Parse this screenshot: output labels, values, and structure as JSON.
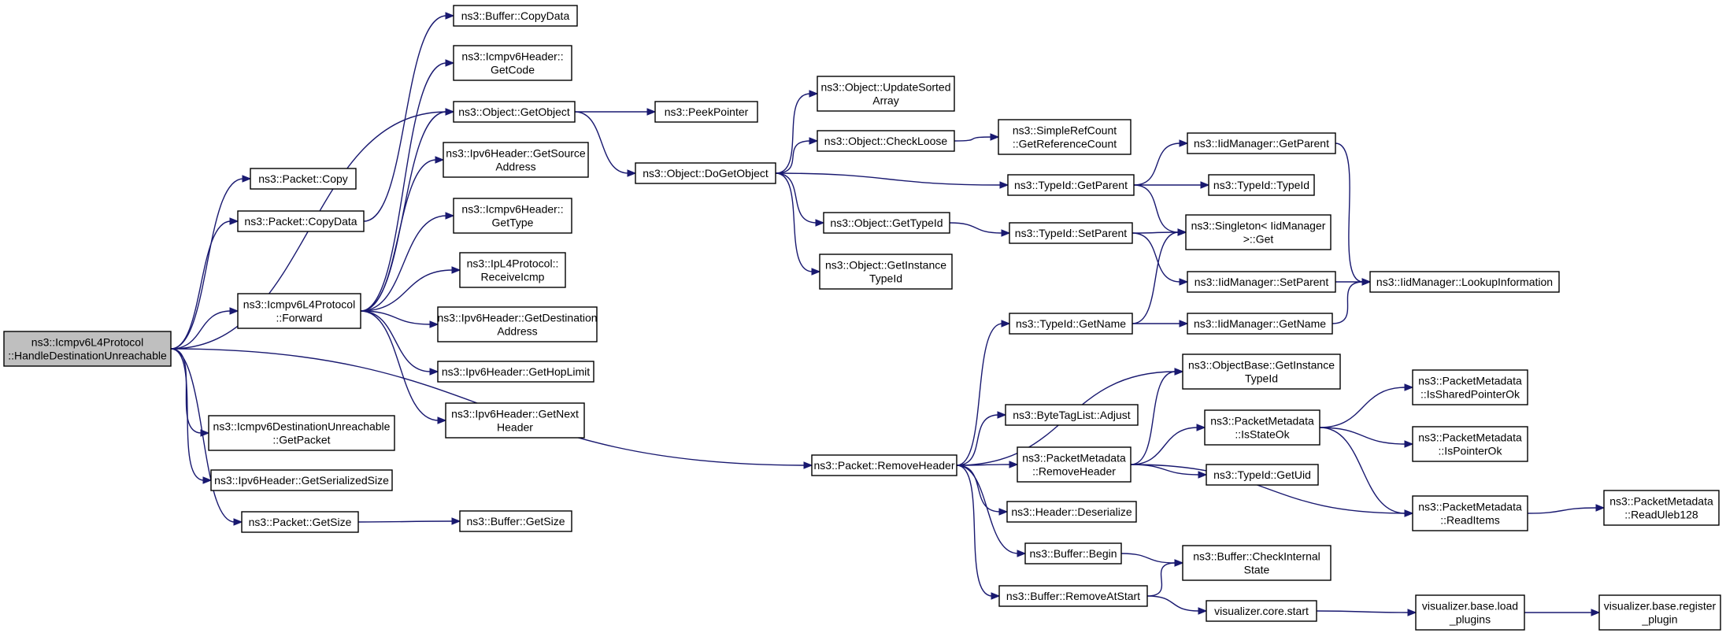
{
  "nodes": [
    {
      "id": "root",
      "lines": [
        "ns3::Icmpv6L4Protocol",
        "::HandleDestinationUnreachable"
      ],
      "root": true
    },
    {
      "id": "packet_copy",
      "lines": [
        "ns3::Packet::Copy"
      ]
    },
    {
      "id": "packet_copydata",
      "lines": [
        "ns3::Packet::CopyData"
      ]
    },
    {
      "id": "forward",
      "lines": [
        "ns3::Icmpv6L4Protocol",
        "::Forward"
      ]
    },
    {
      "id": "dest_getpacket",
      "lines": [
        "ns3::Icmpv6DestinationUnreachable",
        "::GetPacket"
      ]
    },
    {
      "id": "ipv6_getserialized",
      "lines": [
        "ns3::Ipv6Header::GetSerializedSize"
      ]
    },
    {
      "id": "packet_getsize",
      "lines": [
        "ns3::Packet::GetSize"
      ]
    },
    {
      "id": "buffer_copydata",
      "lines": [
        "ns3::Buffer::CopyData"
      ]
    },
    {
      "id": "icmp_getcode",
      "lines": [
        "ns3::Icmpv6Header::",
        "GetCode"
      ]
    },
    {
      "id": "object_getobject",
      "lines": [
        "ns3::Object::GetObject"
      ]
    },
    {
      "id": "ipv6_getsource",
      "lines": [
        "ns3::Ipv6Header::GetSource",
        "Address"
      ]
    },
    {
      "id": "icmp_gettype",
      "lines": [
        "ns3::Icmpv6Header::",
        "GetType"
      ]
    },
    {
      "id": "ipl4_receiveicmp",
      "lines": [
        "ns3::IpL4Protocol::",
        "ReceiveIcmp"
      ]
    },
    {
      "id": "ipv6_getdest",
      "lines": [
        "ns3::Ipv6Header::GetDestination",
        "Address"
      ]
    },
    {
      "id": "ipv6_gethoplimit",
      "lines": [
        "ns3::Ipv6Header::GetHopLimit"
      ]
    },
    {
      "id": "ipv6_getnext",
      "lines": [
        "ns3::Ipv6Header::GetNext",
        "Header"
      ]
    },
    {
      "id": "buffer_getsize",
      "lines": [
        "ns3::Buffer::GetSize"
      ]
    },
    {
      "id": "peekpointer",
      "lines": [
        "ns3::PeekPointer"
      ]
    },
    {
      "id": "object_dogetobject",
      "lines": [
        "ns3::Object::DoGetObject"
      ]
    },
    {
      "id": "object_updatesorted",
      "lines": [
        "ns3::Object::UpdateSorted",
        "Array"
      ]
    },
    {
      "id": "object_checkloose",
      "lines": [
        "ns3::Object::CheckLoose"
      ]
    },
    {
      "id": "object_gettypeid",
      "lines": [
        "ns3::Object::GetTypeId"
      ]
    },
    {
      "id": "object_getinstance",
      "lines": [
        "ns3::Object::GetInstance",
        "TypeId"
      ]
    },
    {
      "id": "simplerefcount",
      "lines": [
        "ns3::SimpleRefCount",
        "::GetReferenceCount"
      ]
    },
    {
      "id": "typeid_getparent",
      "lines": [
        "ns3::TypeId::GetParent"
      ]
    },
    {
      "id": "typeid_setparent",
      "lines": [
        "ns3::TypeId::SetParent"
      ]
    },
    {
      "id": "iid_getparent",
      "lines": [
        "ns3::IidManager::GetParent"
      ]
    },
    {
      "id": "typeid_typeid",
      "lines": [
        "ns3::TypeId::TypeId"
      ]
    },
    {
      "id": "singleton_get",
      "lines": [
        "ns3::Singleton< IidManager",
        " >::Get"
      ]
    },
    {
      "id": "iid_setparent",
      "lines": [
        "ns3::IidManager::SetParent"
      ]
    },
    {
      "id": "iid_lookup",
      "lines": [
        "ns3::IidManager::LookupInformation"
      ]
    },
    {
      "id": "typeid_getname",
      "lines": [
        "ns3::TypeId::GetName"
      ]
    },
    {
      "id": "iid_getname",
      "lines": [
        "ns3::IidManager::GetName"
      ]
    },
    {
      "id": "objectbase_getinstance",
      "lines": [
        "ns3::ObjectBase::GetInstance",
        "TypeId"
      ]
    },
    {
      "id": "packet_removeheader",
      "lines": [
        "ns3::Packet::RemoveHeader"
      ]
    },
    {
      "id": "bytetaglist_adjust",
      "lines": [
        "ns3::ByteTagList::Adjust"
      ]
    },
    {
      "id": "pm_removeheader",
      "lines": [
        "ns3::PacketMetadata",
        "::RemoveHeader"
      ]
    },
    {
      "id": "header_deserialize",
      "lines": [
        "ns3::Header::Deserialize"
      ]
    },
    {
      "id": "buffer_begin",
      "lines": [
        "ns3::Buffer::Begin"
      ]
    },
    {
      "id": "buffer_removeatstart",
      "lines": [
        "ns3::Buffer::RemoveAtStart"
      ]
    },
    {
      "id": "pm_isstateok",
      "lines": [
        "ns3::PacketMetadata",
        "::IsStateOk"
      ]
    },
    {
      "id": "typeid_getuid",
      "lines": [
        "ns3::TypeId::GetUid"
      ]
    },
    {
      "id": "buffer_checkinternal",
      "lines": [
        "ns3::Buffer::CheckInternal",
        "State"
      ]
    },
    {
      "id": "viz_core_start",
      "lines": [
        "visualizer.core.start"
      ]
    },
    {
      "id": "pm_issharedpointerok",
      "lines": [
        "ns3::PacketMetadata",
        "::IsSharedPointerOk"
      ]
    },
    {
      "id": "pm_ispointerok",
      "lines": [
        "ns3::PacketMetadata",
        "::IsPointerOk"
      ]
    },
    {
      "id": "pm_readitems",
      "lines": [
        "ns3::PacketMetadata",
        "::ReadItems"
      ]
    },
    {
      "id": "pm_readuleb128",
      "lines": [
        "ns3::PacketMetadata",
        "::ReadUleb128"
      ]
    },
    {
      "id": "viz_load_plugins",
      "lines": [
        "visualizer.base.load",
        "_plugins"
      ]
    },
    {
      "id": "viz_register_plugin",
      "lines": [
        "visualizer.base.register",
        "_plugin"
      ]
    }
  ],
  "edges": [
    [
      "root",
      "packet_copy"
    ],
    [
      "root",
      "packet_copydata"
    ],
    [
      "root",
      "object_getobject"
    ],
    [
      "root",
      "forward"
    ],
    [
      "root",
      "packet_removeheader"
    ],
    [
      "root",
      "dest_getpacket"
    ],
    [
      "root",
      "ipv6_getserialized"
    ],
    [
      "root",
      "packet_getsize"
    ],
    [
      "packet_copydata",
      "buffer_copydata"
    ],
    [
      "forward",
      "icmp_getcode"
    ],
    [
      "forward",
      "object_getobject"
    ],
    [
      "forward",
      "ipv6_getsource"
    ],
    [
      "forward",
      "icmp_gettype"
    ],
    [
      "forward",
      "ipl4_receiveicmp"
    ],
    [
      "forward",
      "ipv6_getdest"
    ],
    [
      "forward",
      "ipv6_gethoplimit"
    ],
    [
      "forward",
      "ipv6_getnext"
    ],
    [
      "packet_getsize",
      "buffer_getsize"
    ],
    [
      "object_getobject",
      "peekpointer"
    ],
    [
      "object_getobject",
      "object_dogetobject"
    ],
    [
      "object_dogetobject",
      "object_updatesorted"
    ],
    [
      "object_dogetobject",
      "object_checkloose"
    ],
    [
      "object_dogetobject",
      "typeid_getparent"
    ],
    [
      "object_dogetobject",
      "object_gettypeid"
    ],
    [
      "object_dogetobject",
      "object_getinstance"
    ],
    [
      "object_checkloose",
      "simplerefcount"
    ],
    [
      "object_gettypeid",
      "typeid_setparent"
    ],
    [
      "typeid_getparent",
      "iid_getparent"
    ],
    [
      "typeid_getparent",
      "typeid_typeid"
    ],
    [
      "typeid_getparent",
      "singleton_get"
    ],
    [
      "typeid_setparent",
      "singleton_get"
    ],
    [
      "typeid_setparent",
      "iid_setparent"
    ],
    [
      "iid_getparent",
      "iid_lookup"
    ],
    [
      "iid_setparent",
      "iid_lookup"
    ],
    [
      "typeid_getname",
      "singleton_get"
    ],
    [
      "typeid_getname",
      "iid_getname"
    ],
    [
      "iid_getname",
      "iid_lookup"
    ],
    [
      "packet_removeheader",
      "typeid_getname"
    ],
    [
      "packet_removeheader",
      "objectbase_getinstance"
    ],
    [
      "packet_removeheader",
      "bytetaglist_adjust"
    ],
    [
      "packet_removeheader",
      "pm_removeheader"
    ],
    [
      "packet_removeheader",
      "header_deserialize"
    ],
    [
      "packet_removeheader",
      "buffer_begin"
    ],
    [
      "packet_removeheader",
      "buffer_removeatstart"
    ],
    [
      "pm_removeheader",
      "objectbase_getinstance"
    ],
    [
      "pm_removeheader",
      "pm_isstateok"
    ],
    [
      "pm_removeheader",
      "typeid_getuid"
    ],
    [
      "pm_removeheader",
      "pm_readitems"
    ],
    [
      "pm_isstateok",
      "pm_issharedpointerok"
    ],
    [
      "pm_isstateok",
      "pm_ispointerok"
    ],
    [
      "pm_isstateok",
      "pm_readitems"
    ],
    [
      "pm_readitems",
      "pm_readuleb128"
    ],
    [
      "buffer_begin",
      "buffer_checkinternal"
    ],
    [
      "buffer_removeatstart",
      "buffer_checkinternal"
    ],
    [
      "buffer_removeatstart",
      "viz_core_start"
    ],
    [
      "viz_core_start",
      "viz_load_plugins"
    ],
    [
      "viz_load_plugins",
      "viz_register_plugin"
    ]
  ]
}
